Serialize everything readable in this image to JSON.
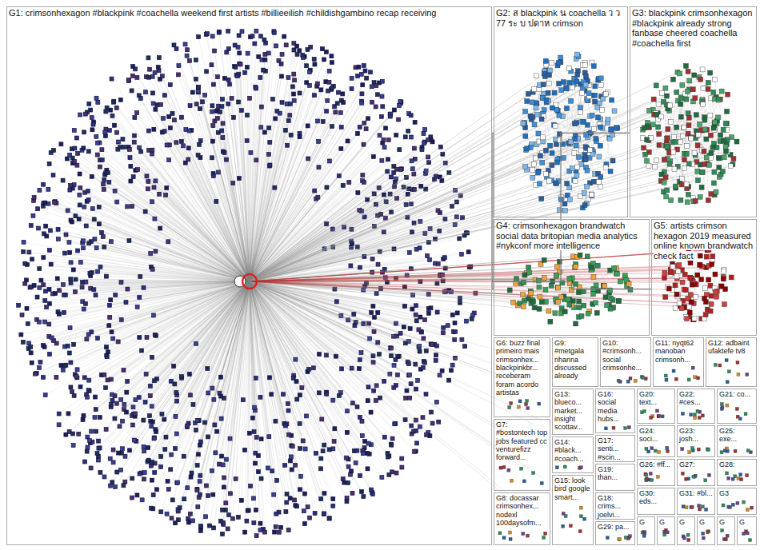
{
  "diagram": {
    "nodes": [
      {
        "text": [
          "G1: crimsonhexagon #blackpink #coachella weekend first artists #billieeilish #childishgambino recap receiving"
        ]
      },
      {
        "text": [
          "G2: ส blackpink น coachella ว ว 77 ระ บ ปดาห crimson"
        ]
      },
      {
        "text": [
          "G3: blackpink crimsonhexagon #blackpink already strong fanbase cheered coachella #coachella first"
        ]
      },
      {
        "text": [
          "G4: crimsonhexagon brandwatch social data britopian media analytics #nykconf more intelligence"
        ]
      },
      {
        "text": [
          "G5: artists crimson hexagon 2019 measured online known brandwatch check fact"
        ]
      },
      {
        "text": [
          "G6: buzz final primeiro mais crimsonhex... blackpinkbr... receberam foram acordo artistas"
        ]
      },
      {
        "text": [
          "G7: #bostontech top jobs featured cc venturefizz forward..."
        ]
      },
      {
        "text": [
          "G8: docassar crimsonhex... nodexl 100daysofm..."
        ]
      },
      {
        "text": [
          "G9: #metgala rihanna discussed already"
        ]
      },
      {
        "text": [
          "G10: #crimsonh... social crimsonhe..."
        ]
      },
      {
        "text": [
          "G11: nyqt62 manoban crimsonh..."
        ]
      },
      {
        "text": [
          "G12: adbaint ufaktefe tv8"
        ]
      },
      {
        "text": [
          "G13: blueco... market... insight scottav..."
        ]
      },
      {
        "text": [
          "G14: #black... #coach..."
        ]
      },
      {
        "text": [
          "G15: look bird google smart..."
        ]
      },
      {
        "text": [
          "G16: social media hubs..."
        ]
      },
      {
        "text": [
          "G17: senti... #scin..."
        ]
      },
      {
        "text": [
          "G18: crims... joelvi..."
        ]
      },
      {
        "text": [
          "G19: than..."
        ]
      },
      {
        "text": [
          "G20: text..."
        ]
      },
      {
        "text": [
          "G21: co..."
        ]
      },
      {
        "text": [
          "G22: #ces..."
        ]
      },
      {
        "text": [
          "G23: josh..."
        ]
      },
      {
        "text": [
          "G24: soci..."
        ]
      },
      {
        "text": [
          "G25: exe..."
        ]
      },
      {
        "text": [
          "G26: #ff..."
        ]
      },
      {
        "text": [
          "G27:"
        ]
      },
      {
        "text": [
          "G28:"
        ]
      },
      {
        "text": [
          "G29: pa..."
        ]
      },
      {
        "text": [
          "G30: eds..."
        ]
      },
      {
        "text": [
          "G31: #bl..."
        ]
      },
      {
        "text": [
          "G3"
        ]
      },
      {
        "text": [
          "G"
        ]
      },
      {
        "text": [
          "G"
        ]
      },
      {
        "text": [
          "G"
        ]
      },
      {
        "text": [
          "G"
        ]
      },
      {
        "text": [
          "G"
        ]
      },
      {
        "text": [
          "G"
        ]
      }
    ],
    "edges": [
      {
        "from": 0,
        "to": 1,
        "arrow": "none"
      },
      {
        "from": 0,
        "to": 2,
        "arrow": "none"
      },
      {
        "from": 0,
        "to": 3,
        "arrow": "none"
      },
      {
        "from": 0,
        "to": 4,
        "arrow": "none"
      }
    ]
  }
}
